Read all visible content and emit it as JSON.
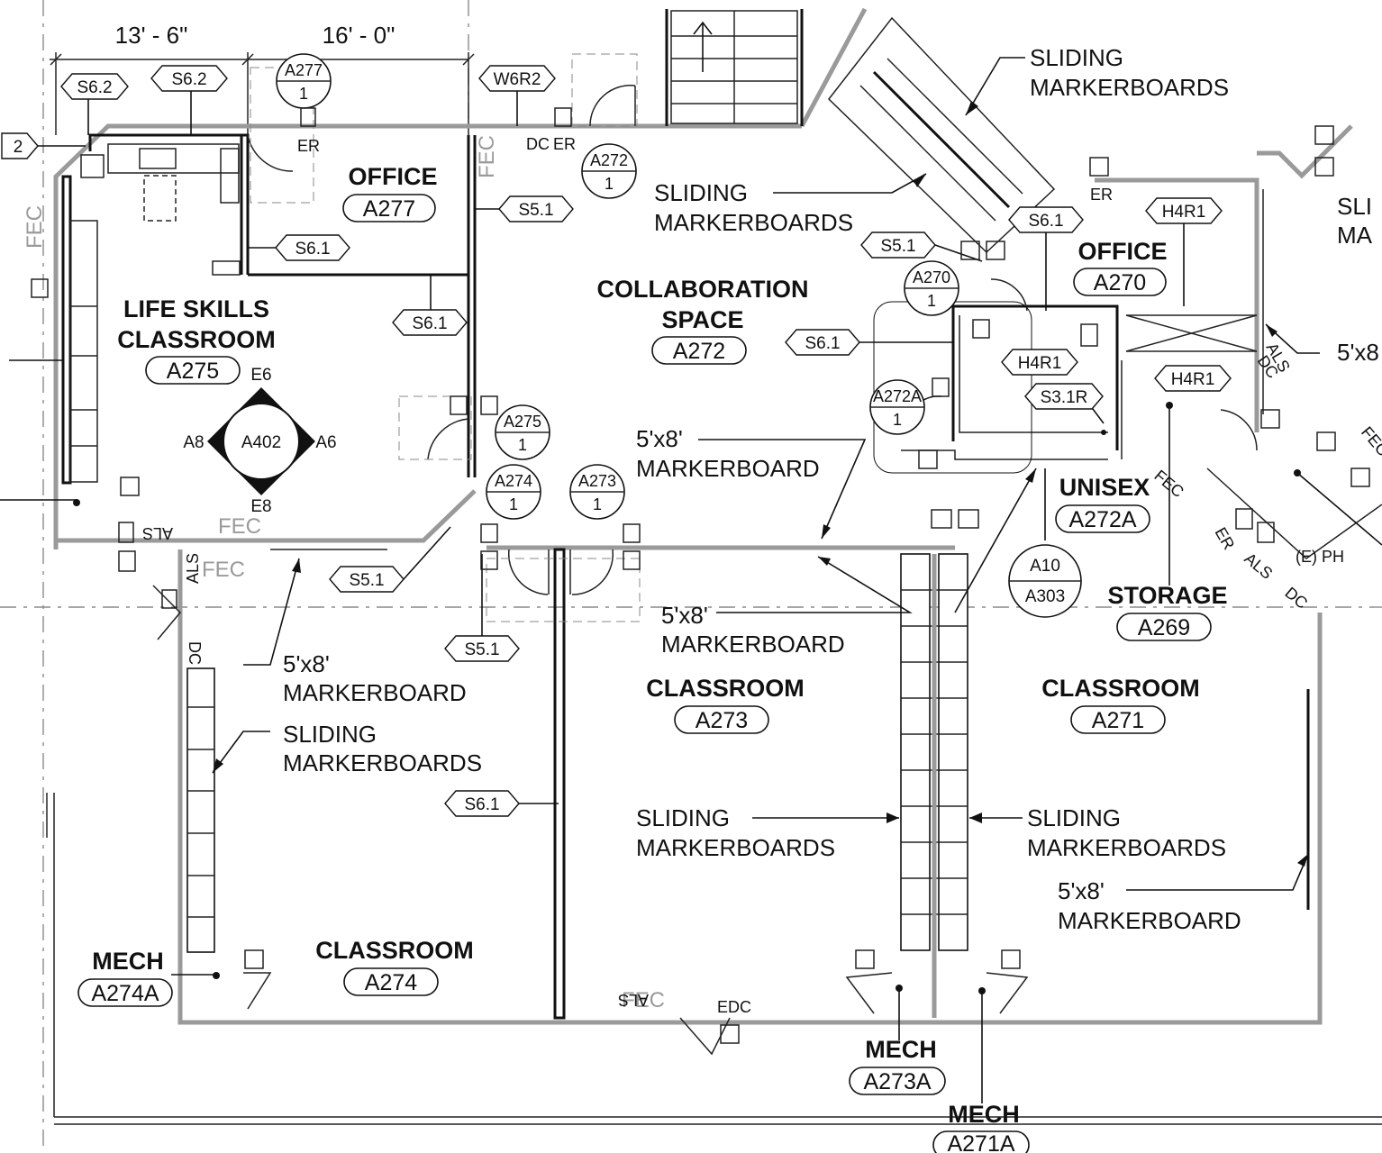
{
  "dimensions": [
    "13' - 6\"",
    "16' - 0\""
  ],
  "rooms": [
    {
      "name": "OFFICE",
      "number": "A277"
    },
    {
      "name": "LIFE SKILLS",
      "name2": "CLASSROOM",
      "number": "A275"
    },
    {
      "name": "COLLABORATION",
      "name2": "SPACE",
      "number": "A272"
    },
    {
      "name": "OFFICE",
      "number": "A270"
    },
    {
      "name": "UNISEX",
      "number": "A272A"
    },
    {
      "name": "STORAGE",
      "number": "A269"
    },
    {
      "name": "CLASSROOM",
      "number": "A273"
    },
    {
      "name": "CLASSROOM",
      "number": "A271"
    },
    {
      "name": "CLASSROOM",
      "number": "A274"
    },
    {
      "name": "MECH",
      "number": "A274A"
    },
    {
      "name": "MECH",
      "number": "A273A"
    },
    {
      "name": "MECH",
      "number": "A271A"
    }
  ],
  "notes": [
    {
      "line1": "SLIDING",
      "line2": "MARKERBOARDS"
    },
    {
      "line1": "SLIDING",
      "line2": "MARKERBOARDS"
    },
    {
      "line1": "5'x8'",
      "line2": "MARKERBOARD"
    },
    {
      "line1": "5'x8'",
      "line2": "MARKERBOARD"
    },
    {
      "line1": "5'x8'",
      "line2": "MARKERBOARD"
    },
    {
      "line1": "SLIDING",
      "line2": "MARKERBOARDS"
    },
    {
      "line1": "SLIDING",
      "line2": "MARKERBOARDS"
    },
    {
      "line1": "SLIDING",
      "line2": "MARKERBOARDS"
    },
    {
      "line1": "5'x8'",
      "line2": "MARKERBOARD"
    }
  ],
  "edge_text": {
    "sli": "SLI",
    "ma": "MA",
    "five_x8": "5'x8"
  },
  "wall_tags": [
    "S6.2",
    "S6.2",
    "W6R2",
    "S5.1",
    "S6.1",
    "S6.1",
    "S6.1",
    "S6.1",
    "S5.1",
    "H4R1",
    "H4R1",
    "H4R1",
    "S3.1R",
    "S5.1",
    "S5.1",
    "S6.1",
    "2"
  ],
  "section_markers": [
    {
      "top": "A277",
      "bottom": "1"
    },
    {
      "top": "A272",
      "bottom": "1"
    },
    {
      "top": "A270",
      "bottom": "1"
    },
    {
      "top": "A272A",
      "bottom": "1"
    },
    {
      "top": "A275",
      "bottom": "1"
    },
    {
      "top": "A274",
      "bottom": "1"
    },
    {
      "top": "A273",
      "bottom": "1"
    },
    {
      "top": "A10",
      "bottom": "A303"
    }
  ],
  "elevation_marker": {
    "center": "A402",
    "top": "E6",
    "left": "A8",
    "right": "A6",
    "bottom": "E8"
  },
  "device_labels": [
    "FEC",
    "FEC",
    "FEC",
    "FEC",
    "FEC",
    "FEC",
    "FEC",
    "ALS",
    "ALS",
    "ALS",
    "ALS",
    "ALS",
    "DC",
    "ER",
    "ER",
    "ER",
    "ER",
    "DC",
    "DC",
    "EDC",
    "DC",
    "(E) PH"
  ]
}
